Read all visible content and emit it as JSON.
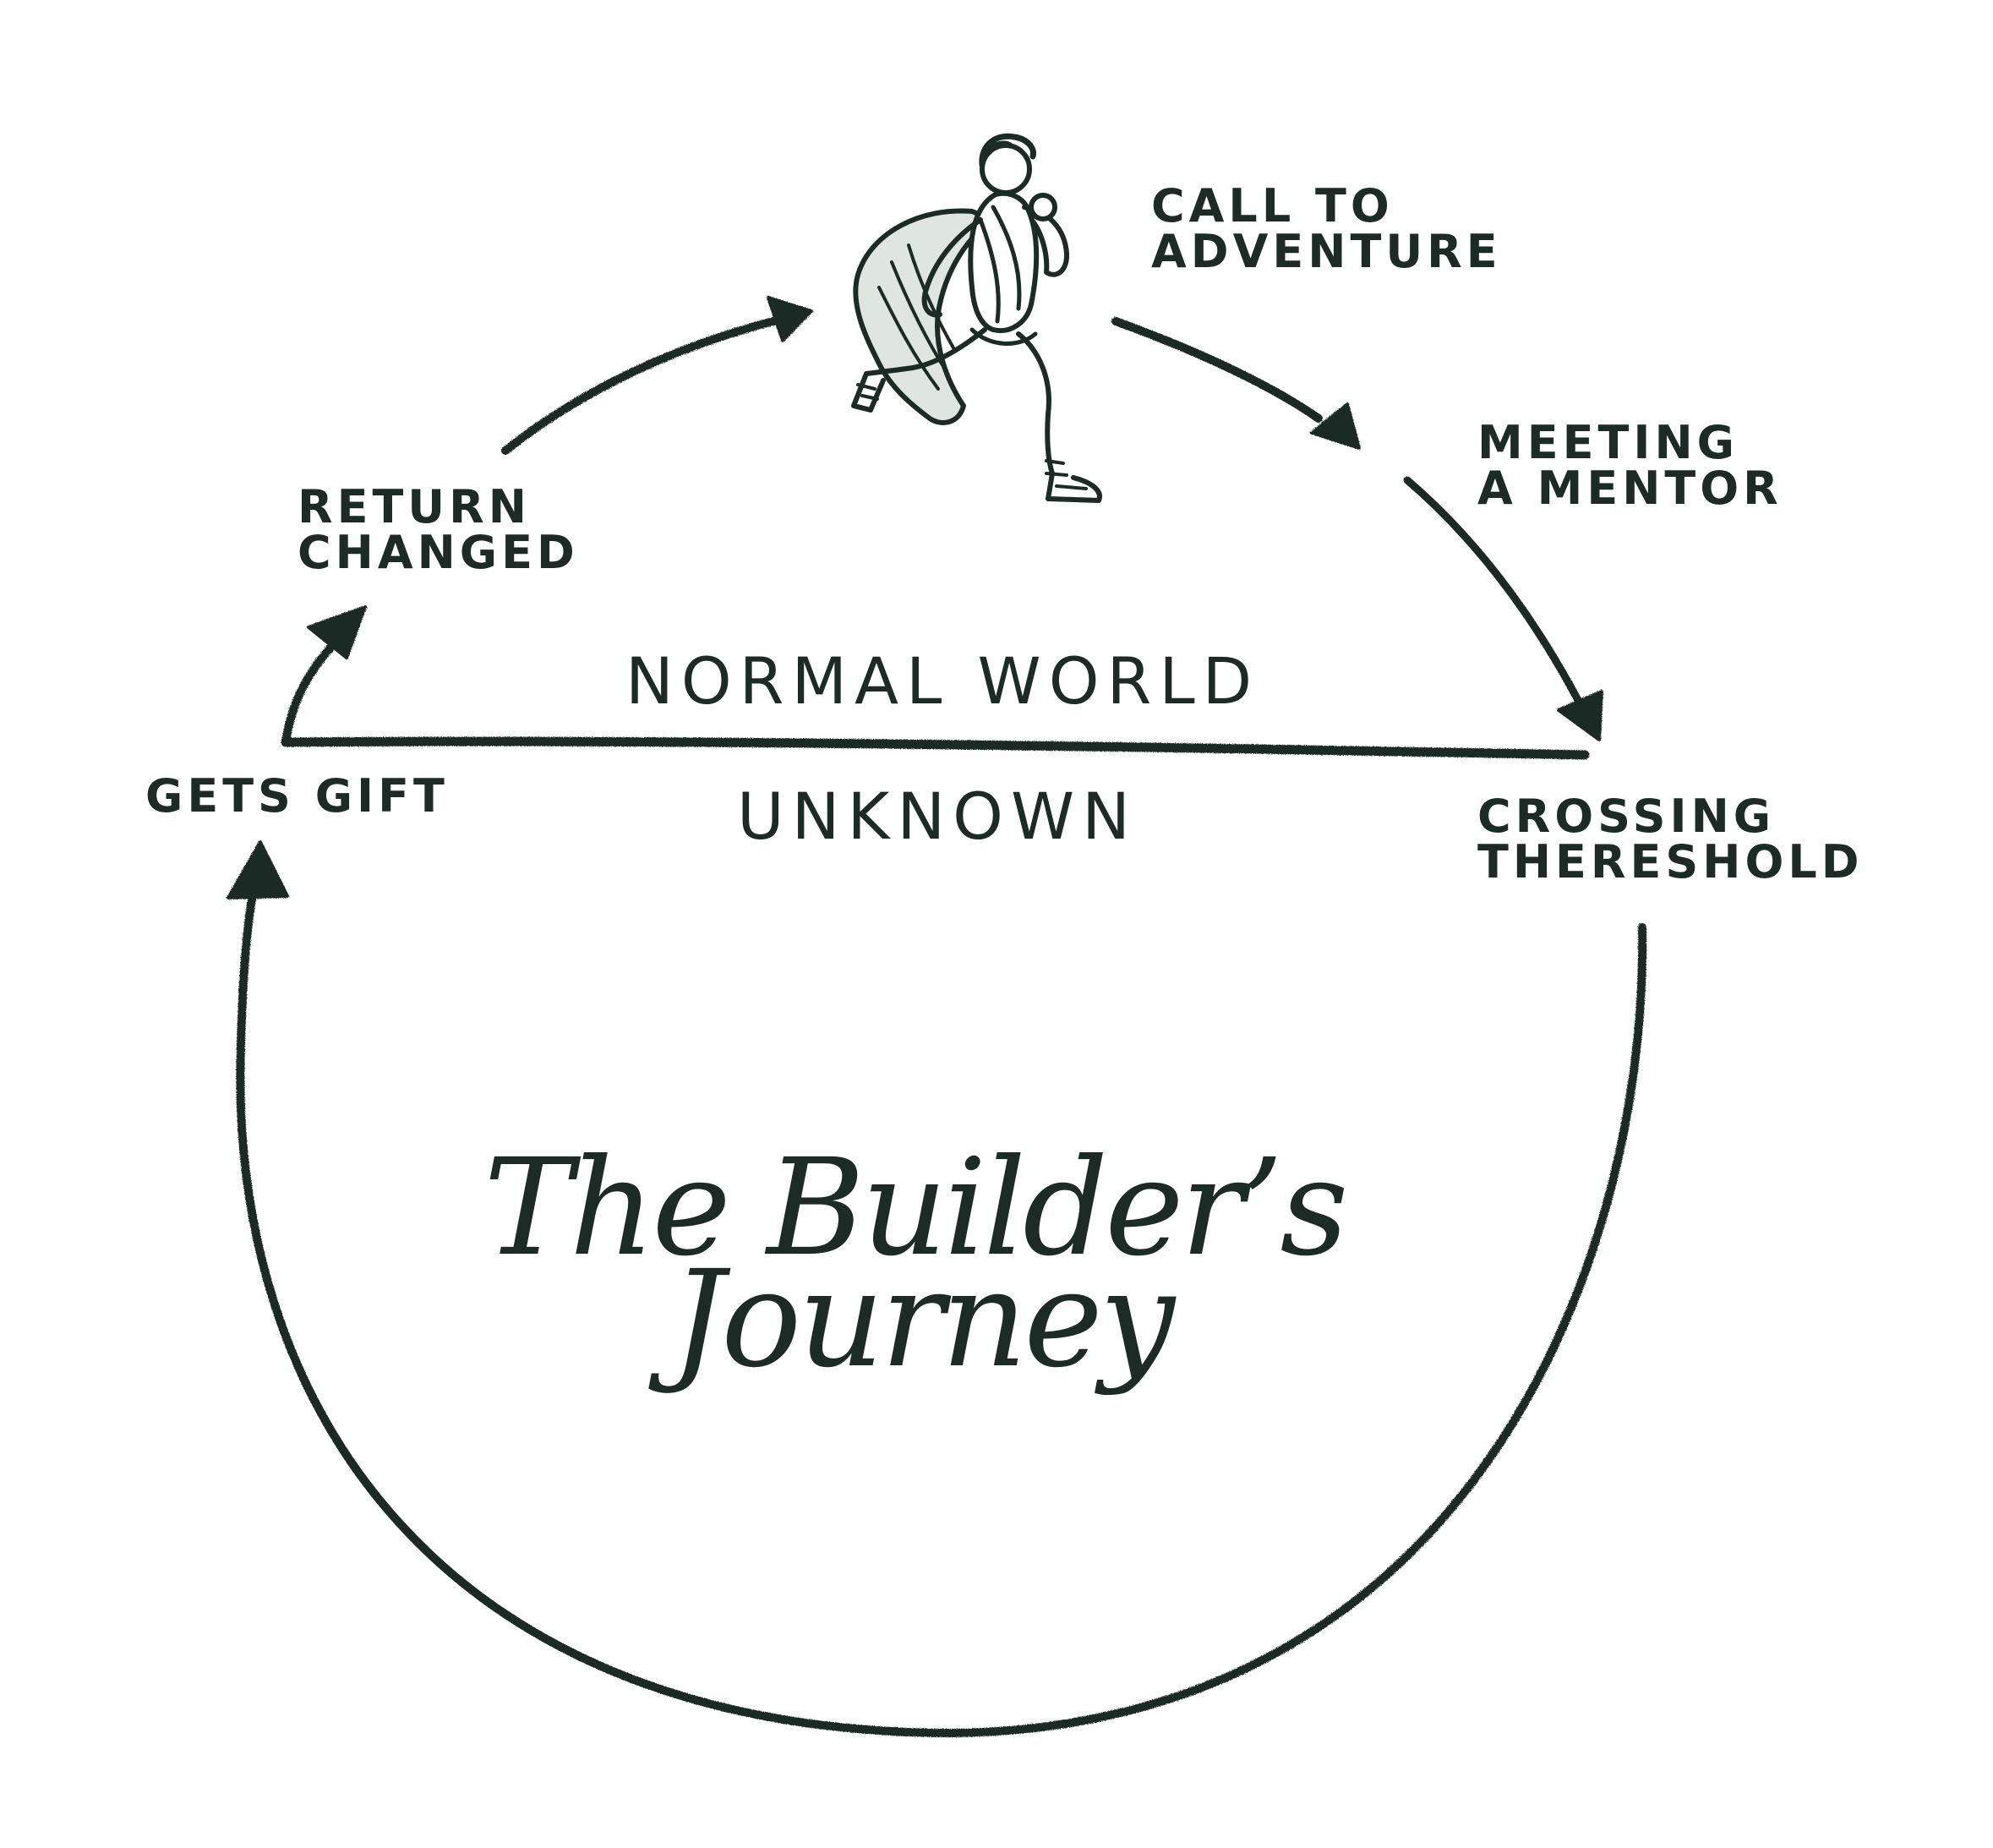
{
  "colors": {
    "ink": "#1d2b26",
    "background": "#ffffff"
  },
  "title": {
    "line1": "The Builder’s",
    "line2": "Journey"
  },
  "regions": {
    "upper": "NORMAL WORLD",
    "lower": "UNKNOWN"
  },
  "stages": {
    "call_to_adventure": [
      "CALL TO",
      "ADVENTURE"
    ],
    "meeting_a_mentor": [
      "MEETING",
      "A MENTOR"
    ],
    "crossing_threshold": [
      "CROSSING",
      "THERESHOLD"
    ],
    "gets_gift": [
      "GETS GIFT"
    ],
    "return_changed": [
      "RETURN",
      "CHANGED"
    ]
  },
  "illustration": {
    "icon": "running-hero-icon"
  }
}
